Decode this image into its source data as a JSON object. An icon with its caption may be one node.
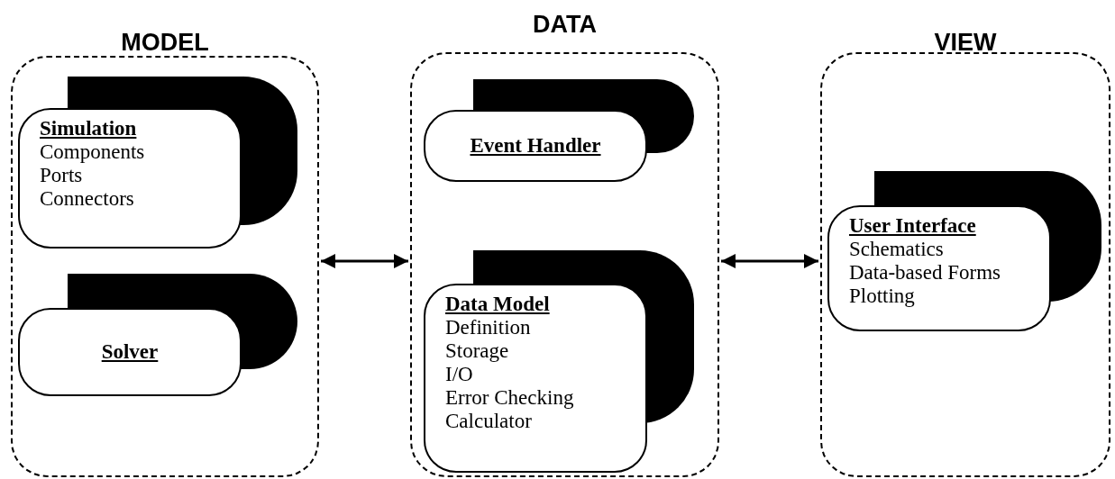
{
  "diagram": {
    "nodes": [
      {
        "text": [
          "MODEL"
        ]
      },
      {
        "text": [
          "Simulation",
          "Components",
          "Ports",
          "Connectors"
        ],
        "in": 0
      },
      {
        "text": [
          "Solver"
        ],
        "in": 0
      },
      {
        "text": [
          "DATA"
        ]
      },
      {
        "text": [
          "Event Handler"
        ],
        "in": 3
      },
      {
        "text": [
          "Data Model",
          "Definition",
          "Storage",
          "I/O",
          "Error Checking",
          "Calculator"
        ],
        "in": 3
      },
      {
        "text": [
          "VIEW"
        ]
      },
      {
        "text": [
          "User Interface",
          "Schematics",
          "Data-based Forms",
          "Plotting"
        ],
        "in": 6
      }
    ],
    "edges": [
      {
        "from": 0,
        "to": 3,
        "arrow": "both"
      },
      {
        "from": 3,
        "to": 6,
        "arrow": "both"
      }
    ]
  }
}
